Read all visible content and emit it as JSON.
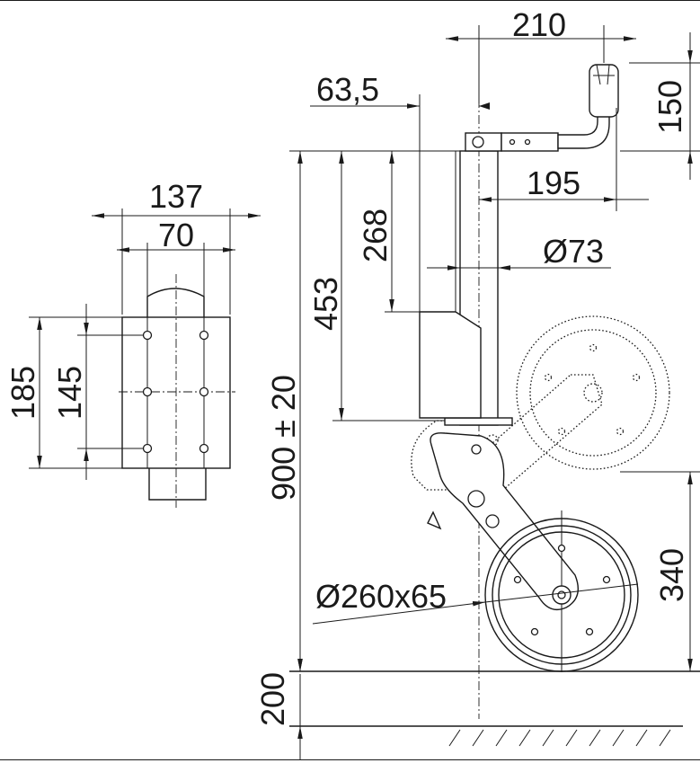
{
  "dimensions": {
    "top_width": "210",
    "handle_offset": "63,5",
    "handle_height": "150",
    "handle_reach": "195",
    "tube_diameter": "Ø73",
    "stroke": "268",
    "tube_length": "453",
    "total_height": "900 ± 20",
    "ground_clearance": "200",
    "wheel_height": "340",
    "wheel_size": "Ø260x65",
    "plate_width": "137",
    "bolt_spacing_h": "70",
    "plate_height": "185",
    "bolt_spacing_v": "145"
  }
}
